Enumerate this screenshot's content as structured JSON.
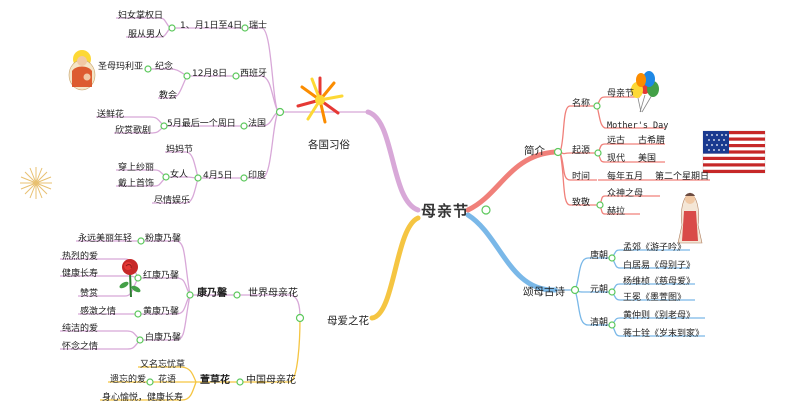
{
  "root": {
    "title": "母亲节"
  },
  "intro": {
    "title": "简介",
    "name_label": "名称",
    "name_values": [
      "母亲节",
      "Mother's Day"
    ],
    "origin_label": "起源",
    "origin_ancient": "远古",
    "origin_ancient_val": "古希腊",
    "origin_modern": "现代",
    "origin_modern_val": "美国",
    "time_label": "时间",
    "time_val1": "每年五月",
    "time_val2": "第二个星期日",
    "tribute_label": "致敬",
    "tribute_vals": [
      "众神之母",
      "赫拉"
    ]
  },
  "poems": {
    "title": "颂母古诗",
    "tang": "唐朝",
    "tang_items": [
      "孟郊《游子吟》",
      "白居易《母别子》"
    ],
    "yuan": "元朝",
    "yuan_items": [
      "杨维桢《慈母爱》",
      "王冕《墨萱图》"
    ],
    "qing": "清朝",
    "qing_items": [
      "黄仲则《别老母》",
      "蒋士铨《岁末到家》"
    ]
  },
  "customs": {
    "title": "各国习俗",
    "swiss": "瑞士",
    "swiss_date": "1、月1日至4日",
    "swiss_items": [
      "妇女掌权日",
      "服从男人"
    ],
    "spain": "西班牙",
    "spain_date": "12月8日",
    "spain_commemorate": "纪念",
    "spain_commemorate_val": "圣母玛利亚",
    "spain_church": "教会",
    "france": "法国",
    "france_date": "5月最后一个周日",
    "france_items": [
      "送鲜花",
      "欣赏歌剧"
    ],
    "india": "印度",
    "india_date": "4月5日",
    "india_festival": "妈妈节",
    "india_women": "女人",
    "india_women_items": [
      "穿上纱丽",
      "戴上首饰"
    ],
    "india_fun": "尽情娱乐"
  },
  "flowers": {
    "title": "母爱之花",
    "world": "世界母亲花",
    "carnation": "康乃馨",
    "pink": "粉康乃馨",
    "pink_meaning": "永远美丽年轻",
    "red": "红康乃馨",
    "red_meanings": [
      "热烈的爱",
      "健康长寿",
      "赞赏"
    ],
    "yellow": "黄康乃馨",
    "yellow_meaning": "感激之情",
    "white": "白康乃馨",
    "white_meanings": [
      "纯洁的爱",
      "怀念之情"
    ],
    "china": "中国母亲花",
    "daylily": "萱草花",
    "daylily_alias": "又名忘忧草",
    "flower_language": "花语",
    "flower_language_val": "遗忘的爱",
    "daylily_wish": "身心愉悦，健康长寿"
  },
  "colors": {
    "intro": "#f0807a",
    "poems": "#7ab8e8",
    "customs": "#d8a8d8",
    "flowers": "#f5c542",
    "node": "#5cc85c"
  }
}
